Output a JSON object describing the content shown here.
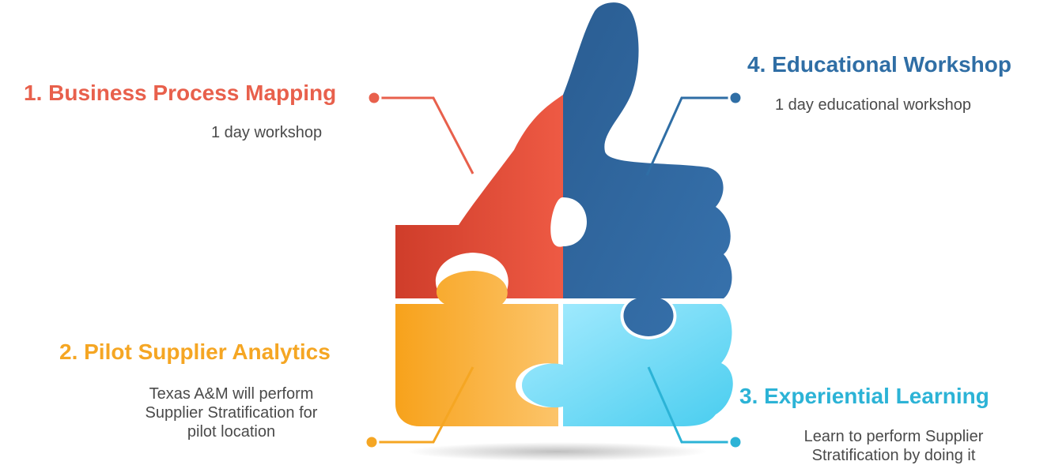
{
  "steps": [
    {
      "title": "1. Business Process Mapping",
      "description": "1 day workshop"
    },
    {
      "title": "2. Pilot Supplier Analytics",
      "description_lines": [
        "Texas A&M will perform",
        "Supplier Stratification for",
        "pilot location"
      ]
    },
    {
      "title": "3. Experiential Learning",
      "description_lines": [
        "Learn to perform Supplier",
        "Stratification by doing it"
      ]
    },
    {
      "title": "4. Educational Workshop",
      "description": "1 day educational workshop"
    }
  ],
  "colors": {
    "step1": "#e8604c",
    "step2": "#f5a623",
    "step3": "#2cb3d6",
    "step4": "#2f6ea5",
    "text": "#4a4a4a"
  },
  "icons": [
    "thumbs-up-puzzle-icon"
  ]
}
